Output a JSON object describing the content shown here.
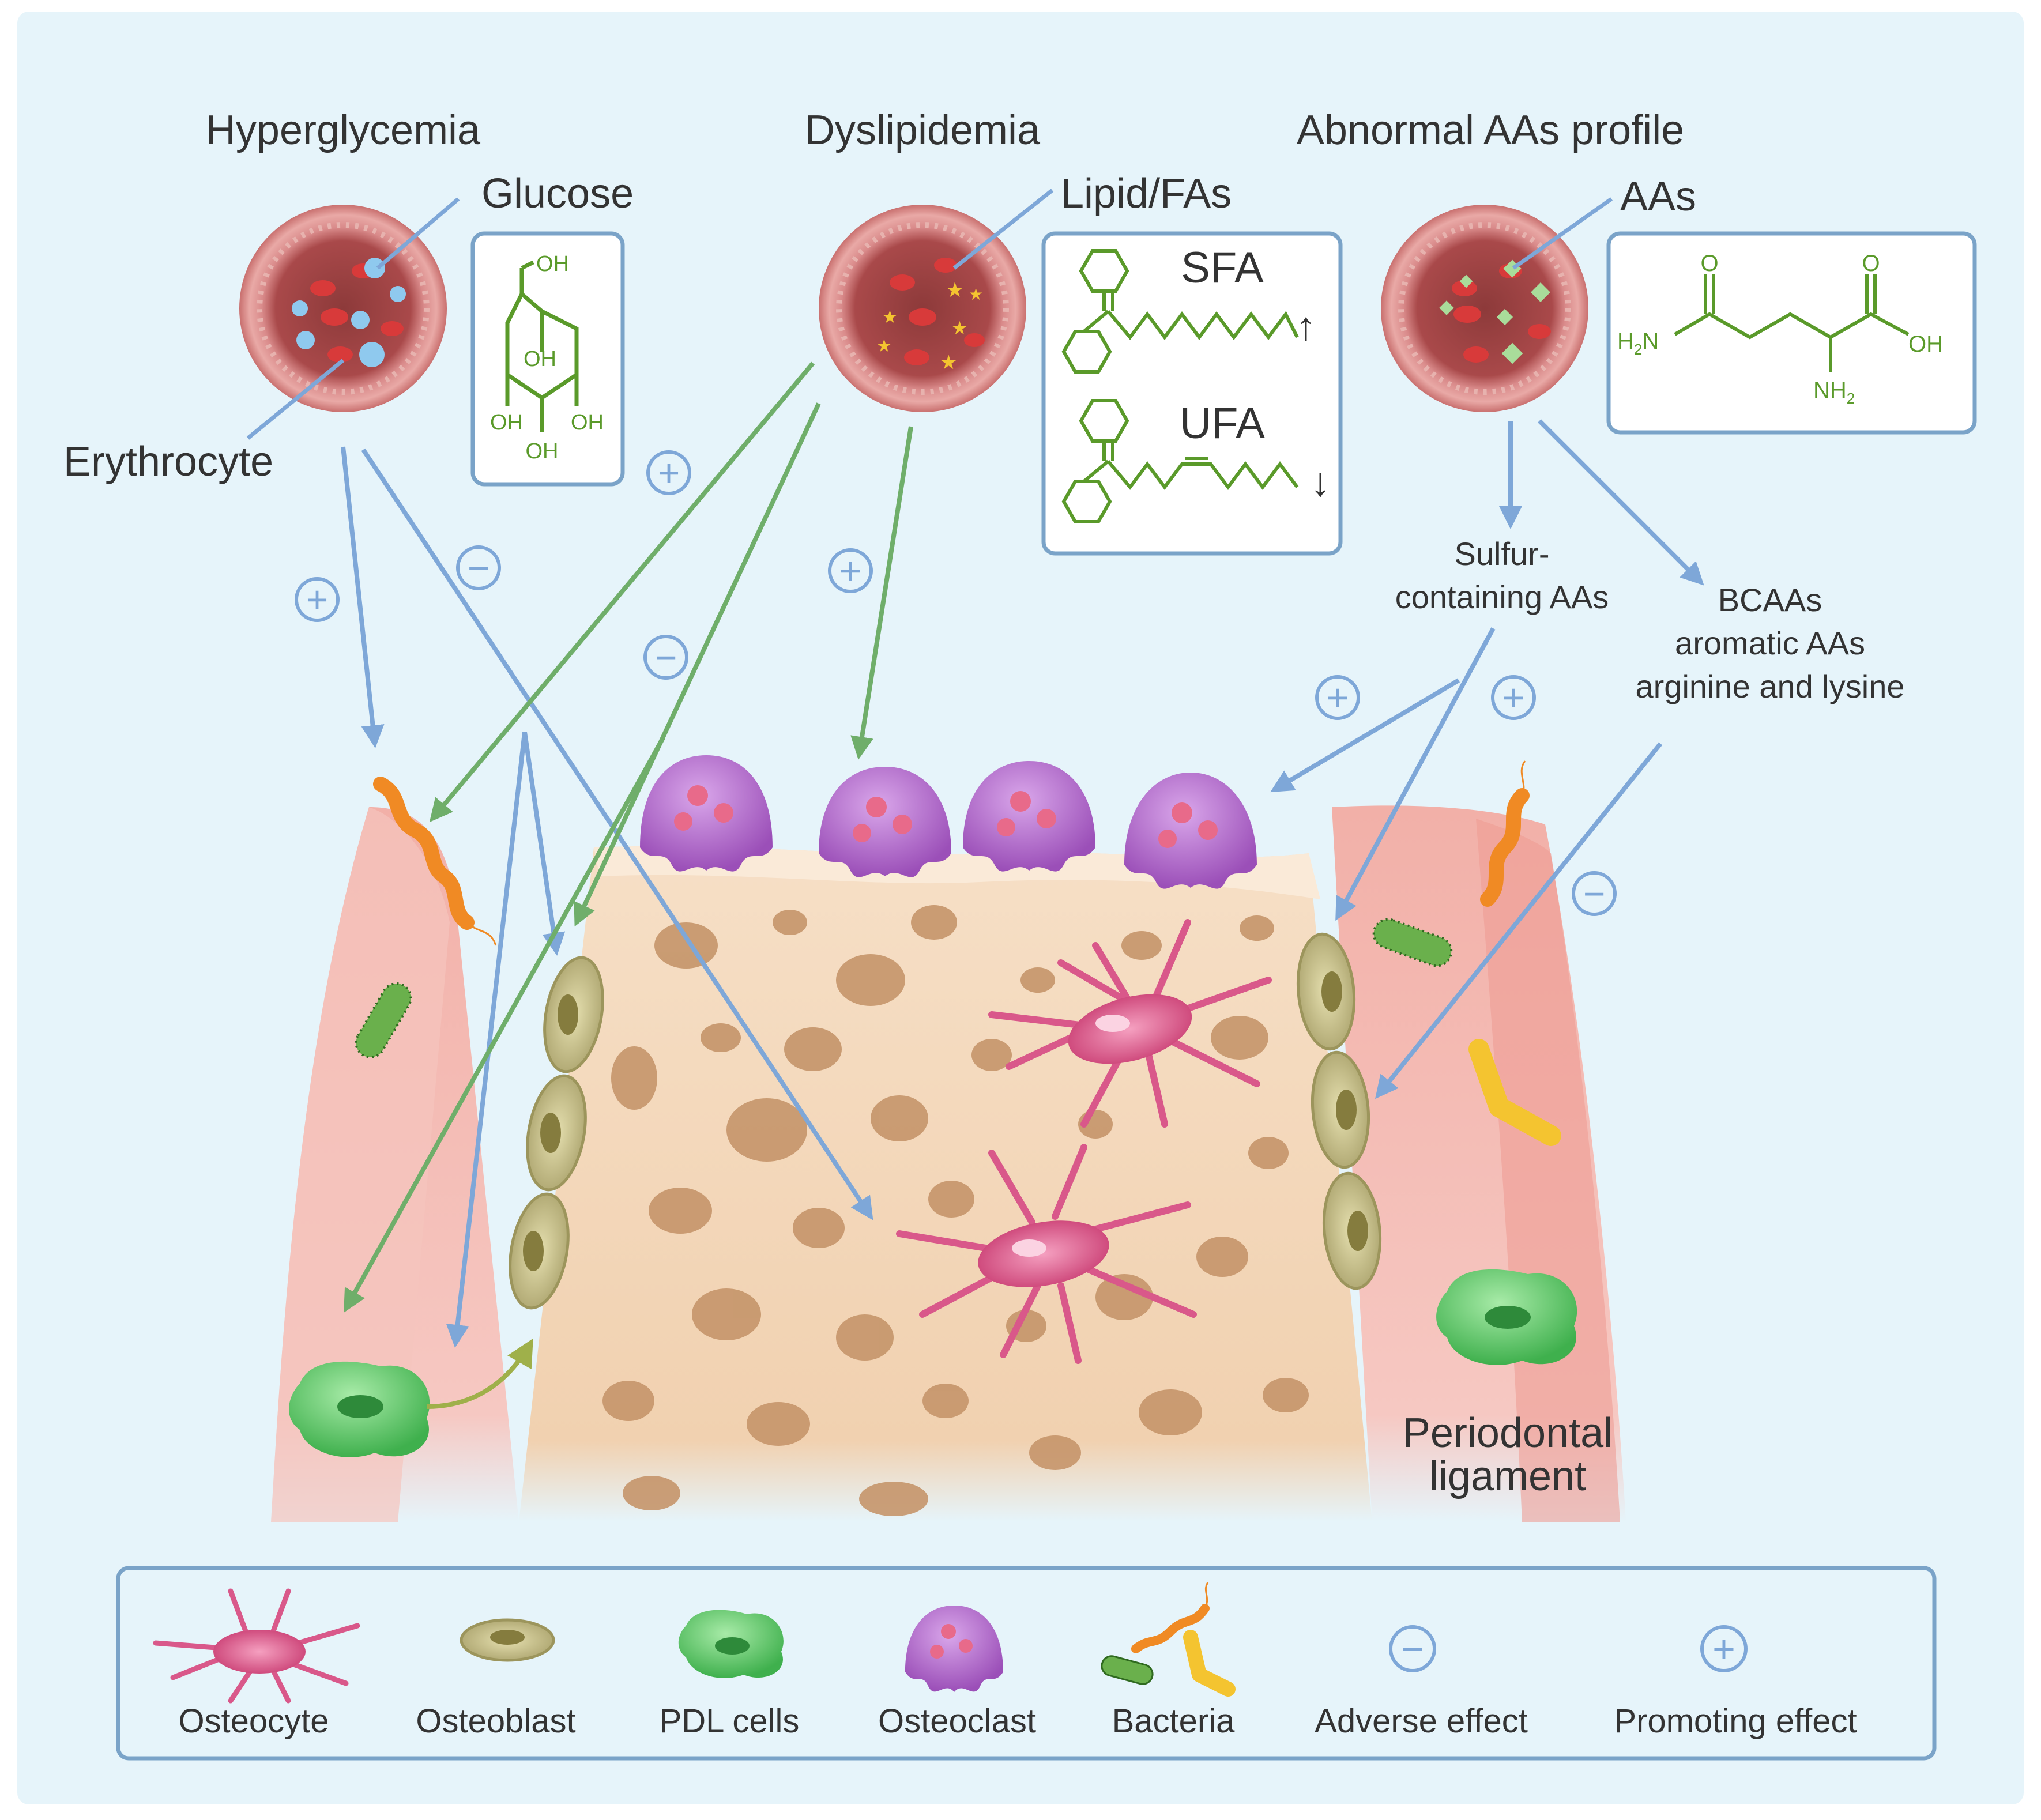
{
  "headers": {
    "hyperglycemia": "Hyperglycemia",
    "dyslipidemia": "Dyslipidemia",
    "aas_profile": "Abnormal AAs profile"
  },
  "labels": {
    "glucose": "Glucose",
    "lipid_fas": "Lipid/FAs",
    "aas": "AAs",
    "erythrocyte": "Erythrocyte",
    "sfa": "SFA",
    "ufa": "UFA",
    "up_arrow": "↑",
    "down_arrow": "↓",
    "sulfur_line1": "Sulfur-",
    "sulfur_line2": "containing AAs",
    "bcaa_line1": "BCAAs",
    "bcaa_line2": "aromatic AAs",
    "bcaa_line3": "arginine and lysine",
    "periodontal_line1": "Periodontal",
    "periodontal_line2": "ligament"
  },
  "glucose_structure": {
    "oh_top": "OH",
    "oh_mid": "OH",
    "oh_left": "OH",
    "oh_right": "OH",
    "oh_bottom": "OH"
  },
  "glutamine_structure": {
    "o_left": "O",
    "o_right": "O",
    "h2n": "H",
    "h2n_sub": "2",
    "h2n_n": "N",
    "oh": "OH",
    "nh2": "NH",
    "nh2_sub": "2"
  },
  "effect_signs": {
    "plus": "+",
    "minus": "−"
  },
  "legend": {
    "osteocyte": "Osteocyte",
    "osteoblast": "Osteoblast",
    "pdl_cells": "PDL cells",
    "osteoclast": "Osteoclast",
    "bacteria": "Bacteria",
    "adverse": "Adverse effect",
    "promoting": "Promoting effect"
  },
  "colors": {
    "background": "#e6f4fa",
    "blue_arrow": "#7ea7d8",
    "green_arrow": "#6fae6a",
    "structure_green": "#5a9a2a",
    "box_border": "#7aa3c8",
    "gum": "#f3b8b0",
    "bone": "#f3d4b4",
    "osteoclast": "#b06ac8",
    "osteocyte": "#d9588a",
    "osteoblast": "#c4bd86",
    "pdl_cell": "#66cc70"
  }
}
